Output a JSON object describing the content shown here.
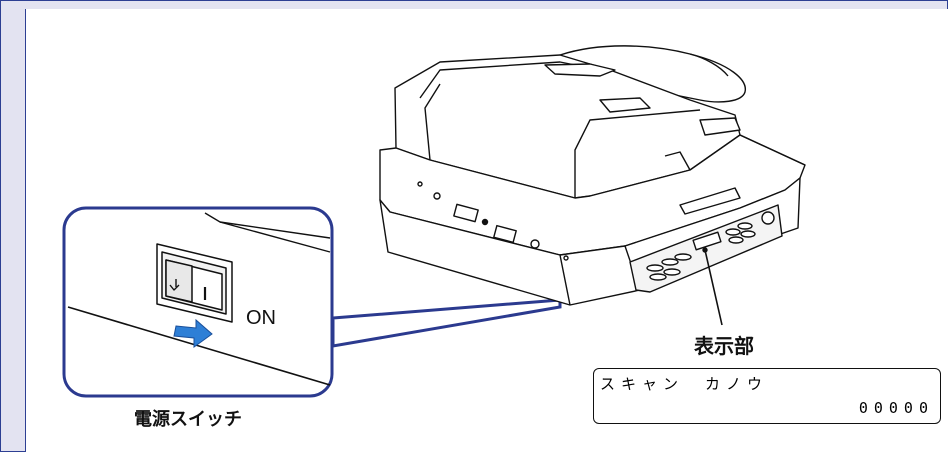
{
  "labels": {
    "switch_state": "ON",
    "power_switch": "電源スイッチ",
    "display_panel": "表示部"
  },
  "lcd": {
    "line1": "スキャン　カノウ",
    "line2": "00000"
  },
  "colors": {
    "frame_border": "#2d3f93",
    "frame_fill": "#e3e3f1",
    "callout_blue": "#2b3a8f",
    "arrow_blue": "#2e7fd6"
  }
}
